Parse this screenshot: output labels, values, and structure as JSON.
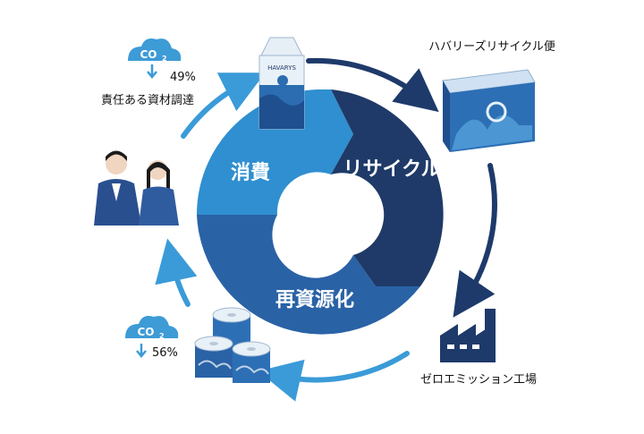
{
  "segments": {
    "consumption": "消費",
    "recycle": "リサイクル",
    "reresource": "再資源化"
  },
  "labels": {
    "shipping": "ハバリーズリサイクル便",
    "factory": "ゼロエミッション工場",
    "responsible_material": "責任ある資材調達"
  },
  "co2": {
    "symbol": "CO",
    "subscript": "2",
    "top_percent": "49%",
    "bottom_percent": "56%"
  },
  "product": {
    "carton_brand": "HAVARYS"
  },
  "colors": {
    "arc_light": "#2f8fd0",
    "arc_dark": "#1f3a68",
    "arc_mid": "#2a62a6",
    "arrow": "#3a9bd8",
    "arrow_dark": "#1e3a6b",
    "cloud": "#3d9bd6"
  }
}
